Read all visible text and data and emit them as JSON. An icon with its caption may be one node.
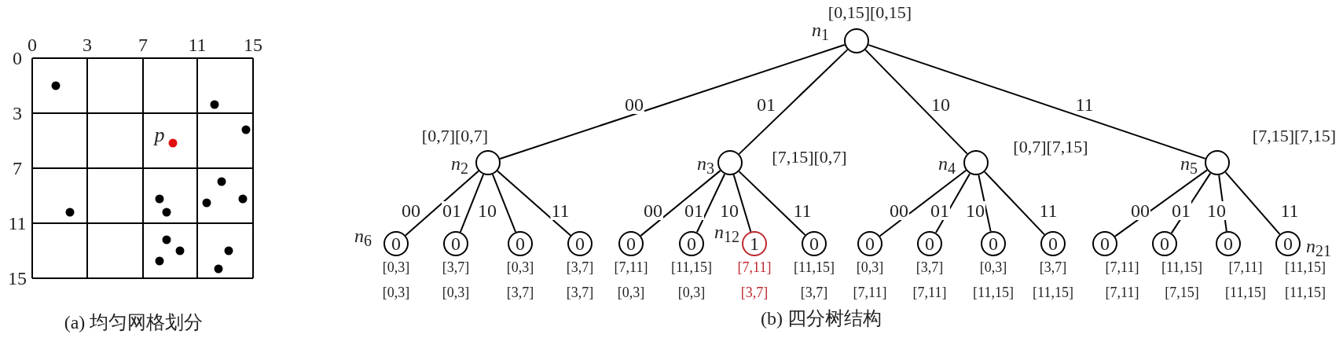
{
  "diagram": {
    "nodes": [
      {
        "text": [],
        "shape": "circle",
        "beside": [
          "[0,15][0,15]",
          "*n*$_{1}$"
        ]
      },
      {
        "text": [],
        "shape": "circle",
        "beside": [
          "[0,7][0,7]",
          "*n*$_{2}$"
        ]
      },
      {
        "text": [],
        "shape": "circle",
        "beside": [
          "[7,15][0,7]",
          "*n*$_{3}$"
        ]
      },
      {
        "text": [],
        "shape": "circle",
        "beside": [
          "[0,7][7,15]",
          "*n*$_{4}$"
        ]
      },
      {
        "text": [],
        "shape": "circle",
        "beside": [
          "[7,15][7,15]",
          "*n*$_{5}$"
        ]
      },
      {
        "text": [
          "0"
        ],
        "beside": [
          "[0,3]",
          "[0,3]",
          "*n*$_{6}$"
        ]
      },
      {
        "text": [
          "0"
        ],
        "beside": [
          "[3,7]",
          "[0,3]"
        ]
      },
      {
        "text": [
          "0"
        ],
        "beside": [
          "[0,3]",
          "[3,7]"
        ]
      },
      {
        "text": [
          "0"
        ],
        "beside": [
          "[3,7]",
          "[3,7]"
        ]
      },
      {
        "text": [
          "0"
        ],
        "beside": [
          "[7,11]",
          "[0,3]"
        ]
      },
      {
        "text": [
          "0"
        ],
        "beside": [
          "[11,15]",
          "[0,3]"
        ]
      },
      {
        "text": [
          "1"
        ],
        "beside": [
          "[7,11]",
          "[3,7]",
          "*n*$_{12}$"
        ]
      },
      {
        "text": [
          "0"
        ],
        "beside": [
          "[11,15]",
          "[3,7]"
        ]
      },
      {
        "text": [
          "0"
        ],
        "beside": [
          "[0,3]",
          "[7,11]"
        ]
      },
      {
        "text": [
          "0"
        ],
        "beside": [
          "[3,7]",
          "[7,11]"
        ]
      },
      {
        "text": [
          "0"
        ],
        "beside": [
          "[0,3]",
          "[11,15]"
        ]
      },
      {
        "text": [
          "0"
        ],
        "beside": [
          "[3,7]",
          "[11,15]"
        ]
      },
      {
        "text": [
          "0"
        ],
        "beside": [
          "[7,11]",
          "[7,11]"
        ]
      },
      {
        "text": [
          "0"
        ],
        "beside": [
          "[11,15]",
          "[7,15]"
        ]
      },
      {
        "text": [
          "0"
        ],
        "beside": [
          "[7,11]",
          "[11,15]"
        ]
      },
      {
        "text": [
          "0"
        ],
        "beside": [
          "[11,15]",
          "[11,15]",
          "*n*$_{21}$"
        ]
      }
    ],
    "edges": [
      {
        "from": 0,
        "to": 1,
        "arrow": "none",
        "label": "00"
      },
      {
        "from": 0,
        "to": 2,
        "arrow": "none",
        "label": "01"
      },
      {
        "from": 0,
        "to": 3,
        "arrow": "none",
        "label": "10"
      },
      {
        "from": 0,
        "to": 4,
        "arrow": "none",
        "label": "11"
      },
      {
        "from": 1,
        "to": 5,
        "arrow": "none",
        "label": "00"
      },
      {
        "from": 1,
        "to": 6,
        "arrow": "none",
        "label": "01"
      },
      {
        "from": 1,
        "to": 7,
        "arrow": "none",
        "label": "10"
      },
      {
        "from": 1,
        "to": 8,
        "arrow": "none",
        "label": "11"
      },
      {
        "from": 2,
        "to": 9,
        "arrow": "none",
        "label": "00"
      },
      {
        "from": 2,
        "to": 10,
        "arrow": "none",
        "label": "01"
      },
      {
        "from": 2,
        "to": 11,
        "arrow": "none",
        "label": "10"
      },
      {
        "from": 2,
        "to": 12,
        "arrow": "none",
        "label": "11"
      },
      {
        "from": 3,
        "to": 13,
        "arrow": "none",
        "label": "00"
      },
      {
        "from": 3,
        "to": 14,
        "arrow": "none",
        "label": "01"
      },
      {
        "from": 3,
        "to": 15,
        "arrow": "none",
        "label": "10"
      },
      {
        "from": 3,
        "to": 16,
        "arrow": "none",
        "label": "11"
      },
      {
        "from": 4,
        "to": 17,
        "arrow": "none",
        "label": "00"
      },
      {
        "from": 4,
        "to": 18,
        "arrow": "none",
        "label": "01"
      },
      {
        "from": 4,
        "to": 19,
        "arrow": "none",
        "label": "10"
      },
      {
        "from": 4,
        "to": 20,
        "arrow": "none",
        "label": "11"
      }
    ],
    "labels": [
      "0",
      "3",
      "7",
      "11",
      "15",
      "0",
      "3",
      "7",
      "11",
      "15",
      "*p*",
      "(a) 均匀网格划分",
      "(b) 四分树结构"
    ]
  }
}
